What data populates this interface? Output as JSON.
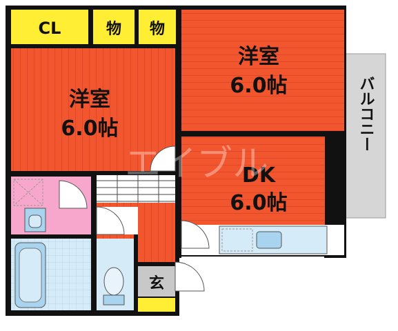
{
  "rooms": {
    "closet": "CL",
    "storage_1": "物",
    "storage_2": "物",
    "western_room_left": {
      "name": "洋室",
      "size": "6.0帖"
    },
    "western_room_right": {
      "name": "洋室",
      "size": "6.0帖"
    },
    "dining_kitchen": {
      "name": "DK",
      "size": "6.0帖"
    },
    "balcony": "バルコニー",
    "entrance": "玄"
  },
  "watermark": "エイブル",
  "colors": {
    "room_floor": "#f2562e",
    "closet": "#ffee33",
    "wall": "#111111",
    "balcony": "#d6d6d6",
    "washroom": "#f7a7cc",
    "bath": "#d5ebf8",
    "fixture_blue": "#a9d4ef",
    "entrance_floor": "#c8c8c8",
    "step_yellow": "#ffee33"
  }
}
